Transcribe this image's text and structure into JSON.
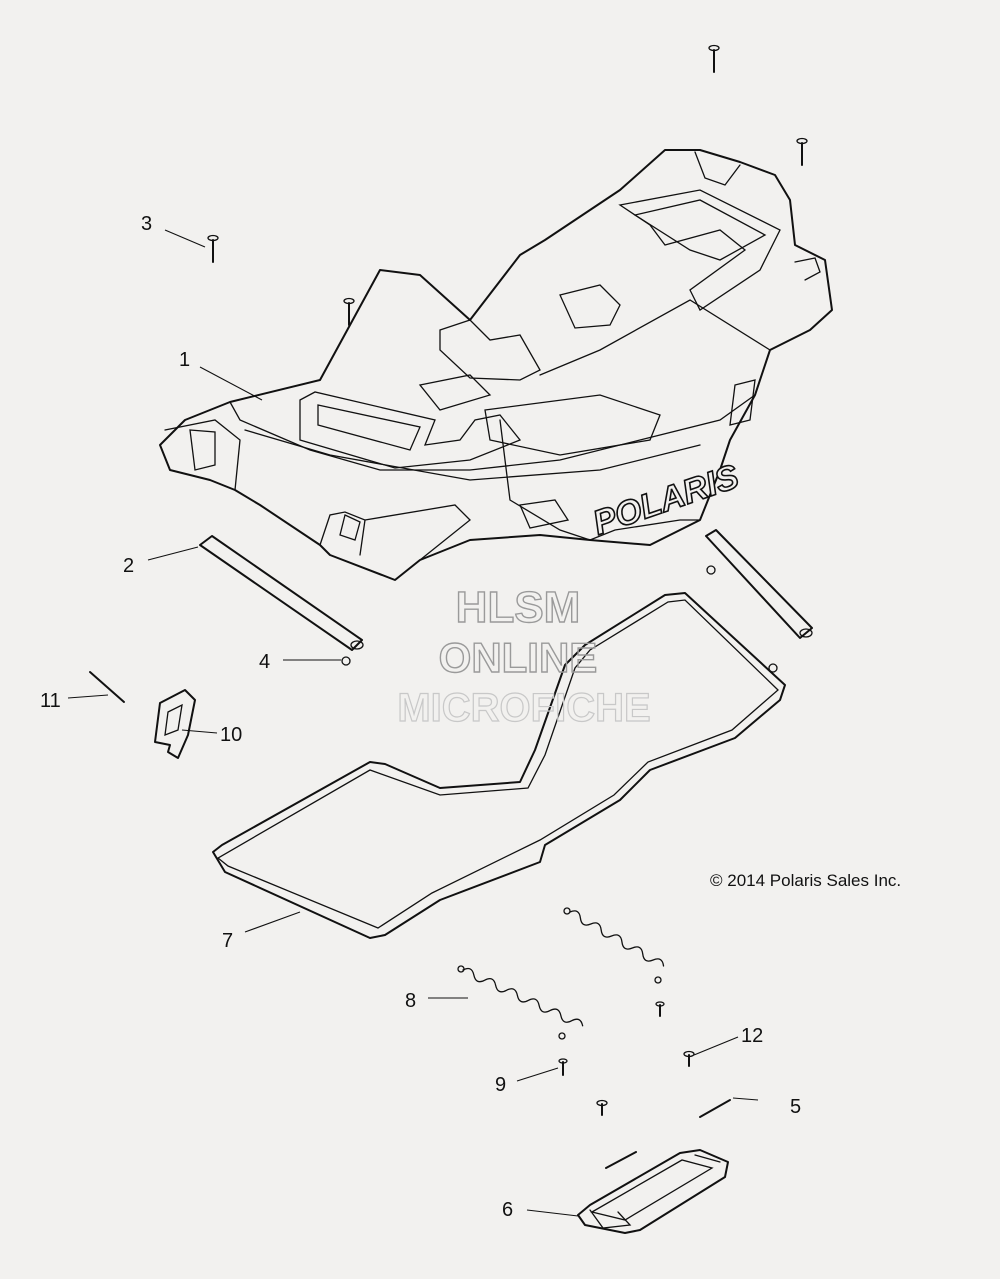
{
  "callouts": [
    {
      "id": "1",
      "label": "1"
    },
    {
      "id": "2",
      "label": "2"
    },
    {
      "id": "3",
      "label": "3"
    },
    {
      "id": "4",
      "label": "4"
    },
    {
      "id": "5",
      "label": "5"
    },
    {
      "id": "6",
      "label": "6"
    },
    {
      "id": "7",
      "label": "7"
    },
    {
      "id": "8",
      "label": "8"
    },
    {
      "id": "9",
      "label": "9"
    },
    {
      "id": "10",
      "label": "10"
    },
    {
      "id": "11",
      "label": "11"
    },
    {
      "id": "12",
      "label": "12"
    }
  ],
  "brand_text": "POLARIS",
  "copyright": "© 2014 Polaris Sales Inc.",
  "watermark": {
    "line1": "HLSM",
    "line2": "ONLINE",
    "line3": "MICROFICHE"
  }
}
